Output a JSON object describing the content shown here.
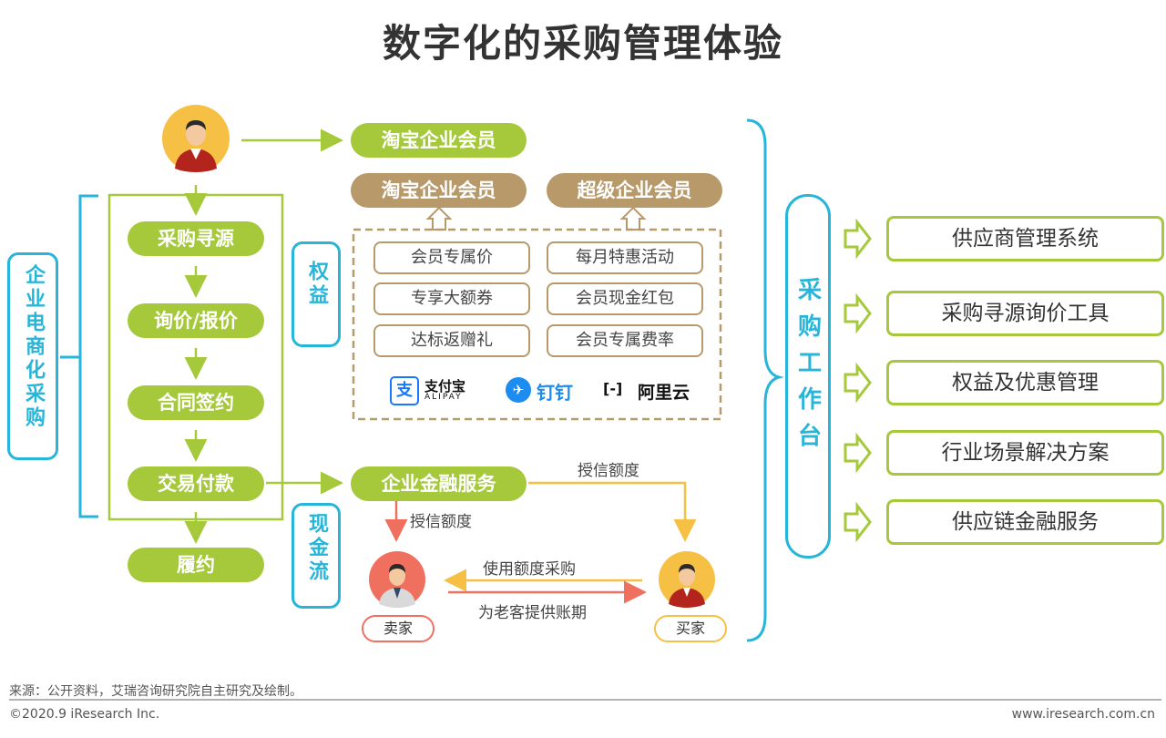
{
  "title": "数字化的采购管理体验",
  "left_label": "企业电商化采购",
  "flow_steps": [
    "采购寻源",
    "询价/报价",
    "合同签约",
    "交易付款",
    "履约"
  ],
  "membership": {
    "top": "淘宝企业会员",
    "tiers": [
      "淘宝企业会员",
      "超级企业会员"
    ],
    "rights_label": "权益",
    "benefits": [
      "会员专属价",
      "每月特惠活动",
      "专享大额券",
      "会员现金红包",
      "达标返赠礼",
      "会员专属费率"
    ],
    "logos": [
      {
        "name": "支付宝",
        "sub": "ALIPAY",
        "glyph": "支"
      },
      {
        "name": "钉钉",
        "glyph": "✈"
      },
      {
        "name": "阿里云",
        "glyph": "[-]"
      }
    ]
  },
  "finance": {
    "service": "企业金融服务",
    "cash_label": "现金流",
    "credit_left": "授信额度",
    "credit_right": "授信额度",
    "seller": "卖家",
    "buyer": "买家",
    "use_credit": "使用额度采购",
    "provide_terms": "为老客提供账期"
  },
  "workbench": {
    "label": "采购工作台",
    "features": [
      "供应商管理系统",
      "采购寻源询价工具",
      "权益及优惠管理",
      "行业场景解决方案",
      "供应链金融服务"
    ]
  },
  "footer": {
    "source": "来源：公开资料，艾瑞咨询研究院自主研究及绘制。",
    "copyright": "©2020.9 iResearch Inc.",
    "website": "www.iresearch.com.cn"
  },
  "colors": {
    "green": "#a5c93a",
    "brown": "#b89a6a",
    "blue": "#27b5d9",
    "red": "#f07060",
    "yellow": "#f5c043"
  }
}
